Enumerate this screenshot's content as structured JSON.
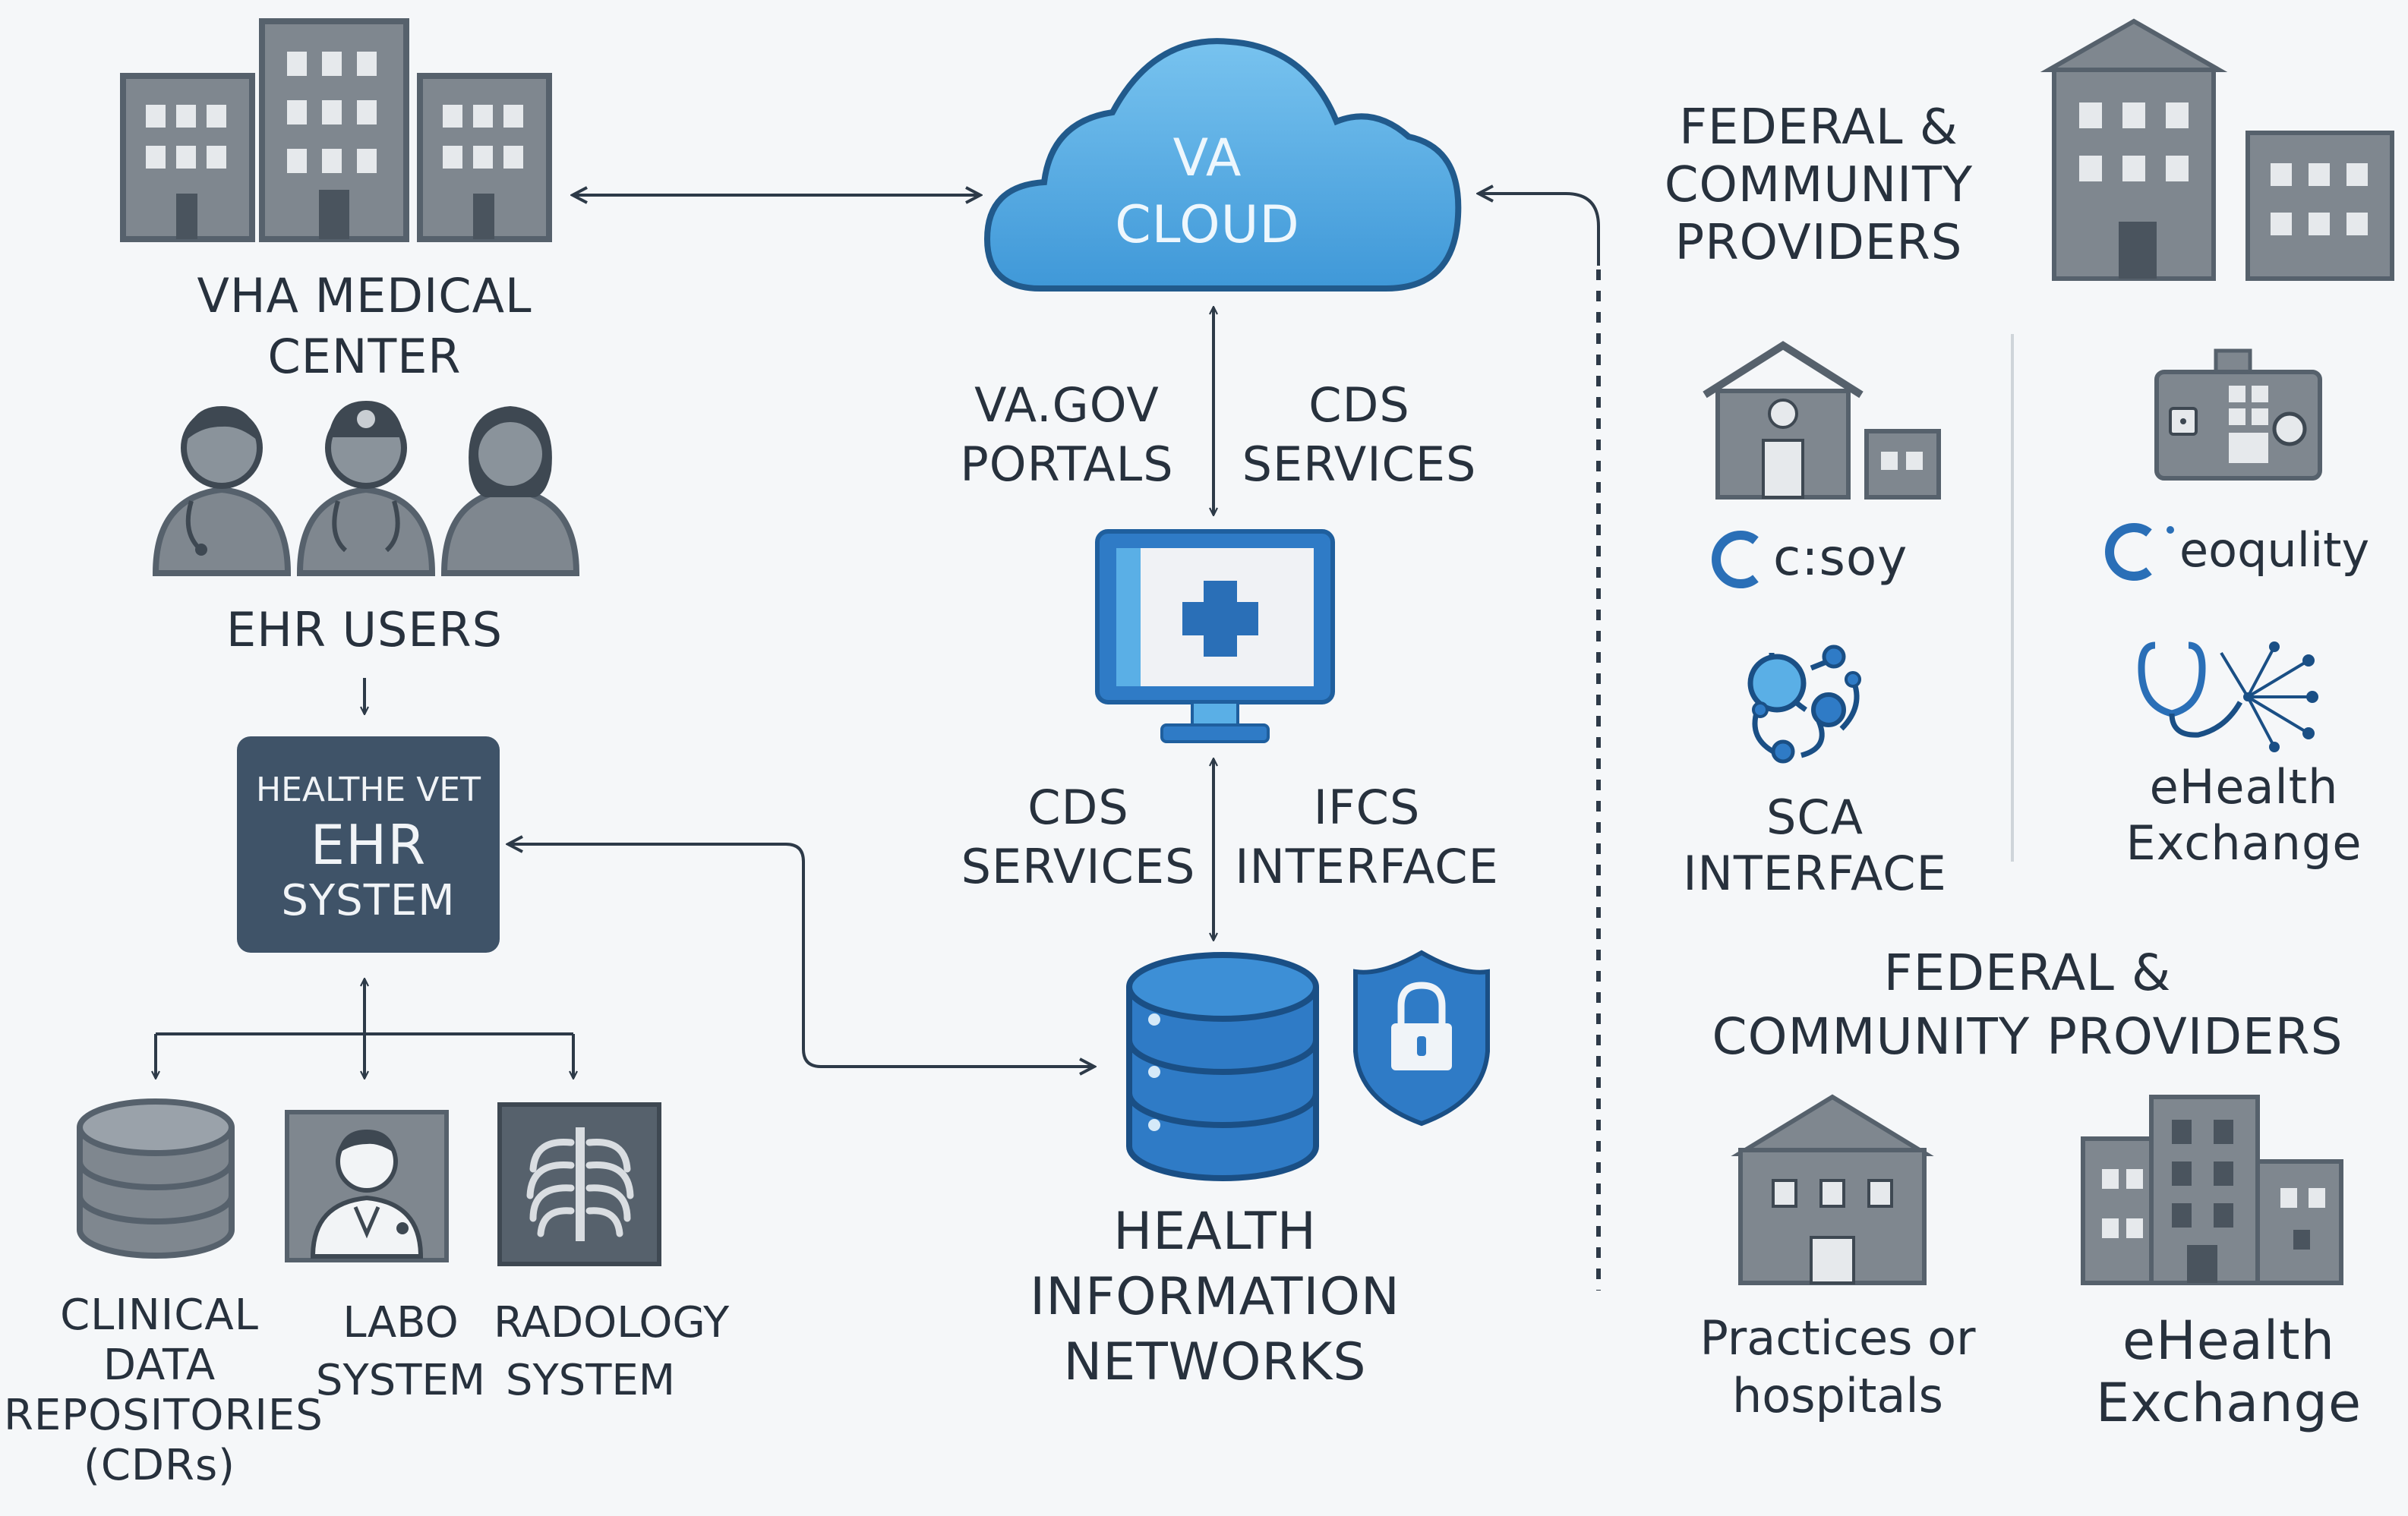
{
  "colors": {
    "bg": "#f5f7f9",
    "gray": "#7f878f",
    "gray_dark": "#56616c",
    "blue": "#2f7bc6",
    "blue_light": "#5aafe6",
    "navy": "#3f5368",
    "text": "#27313d"
  },
  "vha": {
    "title_line1": "VHA MEDICAL",
    "title_line2": "CENTER",
    "icon": "hospital-buildings-icon"
  },
  "ehr_users": {
    "label": "EHR USERS",
    "icon": "medical-staff-icon"
  },
  "ehr_system": {
    "line1": "HEALTHE VET",
    "line2": "EHR",
    "line3": "SYSTEM"
  },
  "repositories": [
    {
      "name": "cdr",
      "icon": "database-icon",
      "lines": [
        "CLINICAL",
        "DATA",
        "REPOSITORIES",
        "(CDRs)"
      ]
    },
    {
      "name": "lab",
      "icon": "lab-technician-icon",
      "lines": [
        "LABO",
        "SYSTEM"
      ]
    },
    {
      "name": "radiology",
      "icon": "xray-ribcage-icon",
      "lines": [
        "RADOLOGY",
        "SYSTEM"
      ]
    }
  ],
  "cloud": {
    "line1": "VA",
    "line2": "CLOUD",
    "icon": "cloud-icon"
  },
  "upper_links": {
    "left_line1": "VA.GOV",
    "left_line2": "PORTALS",
    "right_line1": "CDS",
    "right_line2": "SERVICES"
  },
  "monitor": {
    "icon": "medical-monitor-icon"
  },
  "lower_links": {
    "left_line1": "CDS",
    "left_line2": "SERVICES",
    "right_line1": "IFCS",
    "right_line2": "INTERFACE"
  },
  "hin": {
    "line1": "HEALTH",
    "line2": "INFORMATION",
    "line3": "NETWORKS",
    "icon": "database-stack-icon",
    "shield_icon": "security-shield-lock-icon"
  },
  "right_panel": {
    "header_line1": "FEDERAL &",
    "header_line2": "COMMUNITY",
    "header_line3": "PROVIDERS",
    "brand1": "c:soy",
    "brand2": "eoqulity",
    "sca_line1": "SCA",
    "sca_line2": "INTERFACE",
    "ehx_line1": "eHealth",
    "ehx_line2": "Exchange",
    "lower_header_line1": "FEDERAL &",
    "lower_header_line2": "COMMUNITY PROVIDERS",
    "practices_line1": "Practices or",
    "practices_line2": "hospitals",
    "ehx2_line1": "eHealth",
    "ehx2_line2": "Exchange"
  }
}
